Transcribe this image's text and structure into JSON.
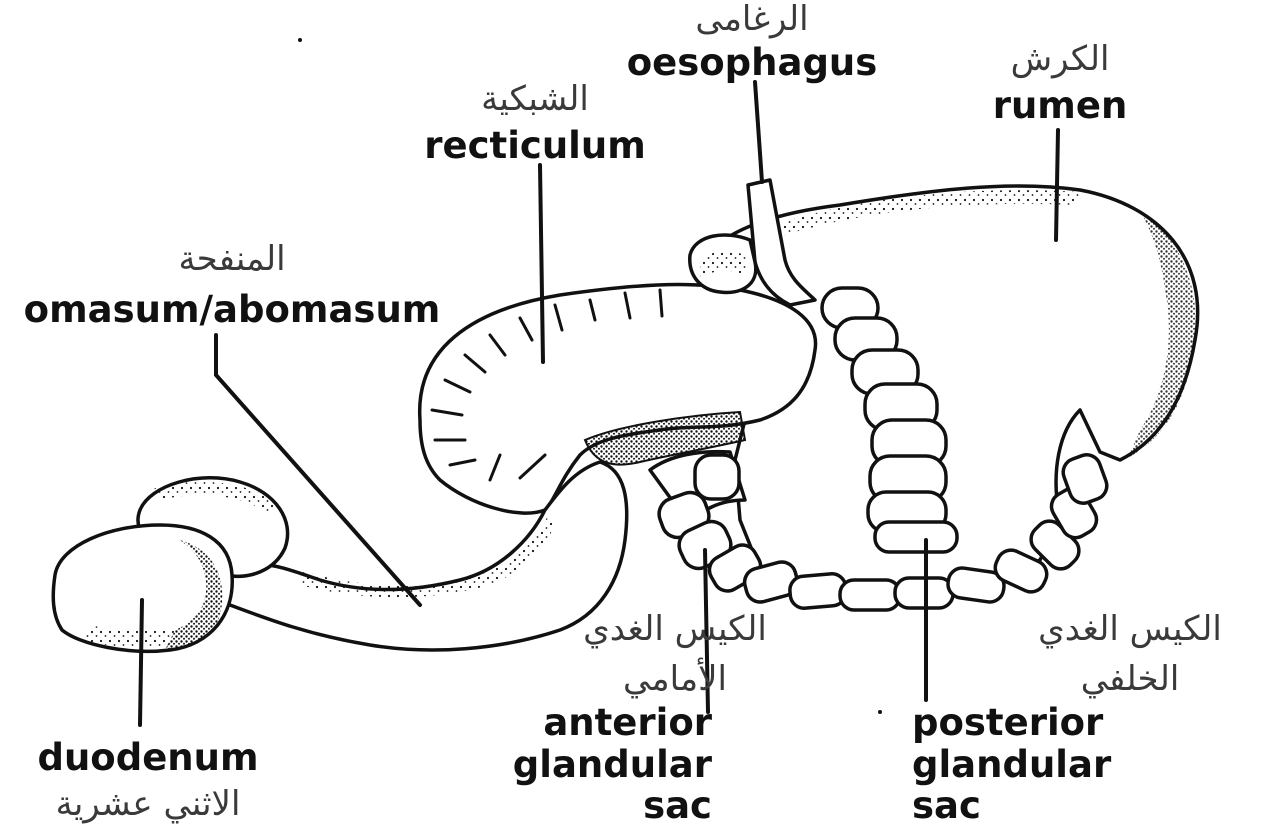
{
  "labels": {
    "oesophagus": {
      "ar": "الرغامى",
      "en": "oesophagus"
    },
    "rumen": {
      "ar": "الكرش",
      "en": "rumen"
    },
    "reticulum": {
      "ar": "الشبكية",
      "en": "recticulum"
    },
    "omasum_abomasum": {
      "ar": "المنفحة",
      "en": "omasum/abomasum"
    },
    "duodenum": {
      "en": "duodenum",
      "ar": "الاثني عشرية"
    },
    "anterior_glandular_sac": {
      "ar_line1": "الكيس الغدي",
      "ar_line2": "الأمامي",
      "en_line1": "anterior",
      "en_line2": "glandular",
      "en_line3": "sac"
    },
    "posterior_glandular_sac": {
      "ar_line1": "الكيس الغدي",
      "ar_line2": "الخلفي",
      "en_line1": "posterior",
      "en_line2": "glandular",
      "en_line3": "sac"
    }
  },
  "colors": {
    "ink": "#111111",
    "arabic_text": "#3a3a3a",
    "background": "#ffffff"
  }
}
